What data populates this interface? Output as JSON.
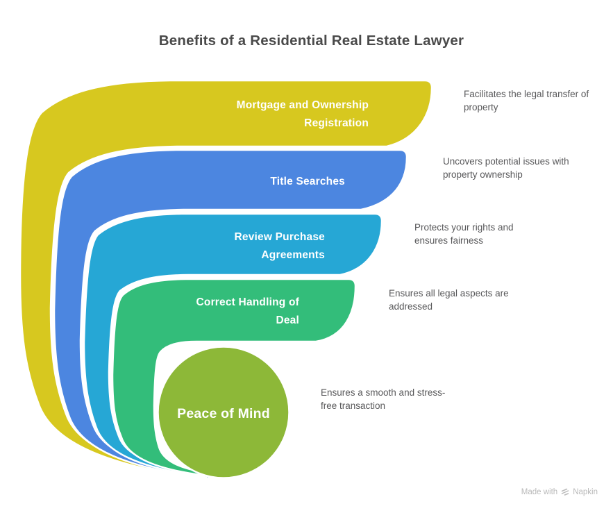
{
  "title": "Benefits of a Residential Real Estate Lawyer",
  "items": [
    {
      "label": "Mortgage and Ownership Registration",
      "description": "Facilitates the legal transfer of property",
      "color": "#d7c81f"
    },
    {
      "label": "Title Searches",
      "description": "Uncovers potential issues with property ownership",
      "color": "#4c86e0"
    },
    {
      "label": "Review Purchase Agreements",
      "description": "Protects your rights and ensures fairness",
      "color": "#26a7d5"
    },
    {
      "label": "Correct Handling of Deal",
      "description": "Ensures all legal aspects are addressed",
      "color": "#33bd7a"
    },
    {
      "label": "Peace of Mind",
      "description": "Ensures a smooth and stress-free transaction",
      "color": "#8db838"
    }
  ],
  "footer": {
    "made_with_label": "Made with",
    "brand": "Napkin"
  },
  "colors": {
    "background": "#ffffff",
    "title_text": "#4a4a4a",
    "label_text": "#ffffff",
    "description_text": "#58585a",
    "footer_text": "#b9b9b9",
    "segment_gap": "#ffffff"
  }
}
